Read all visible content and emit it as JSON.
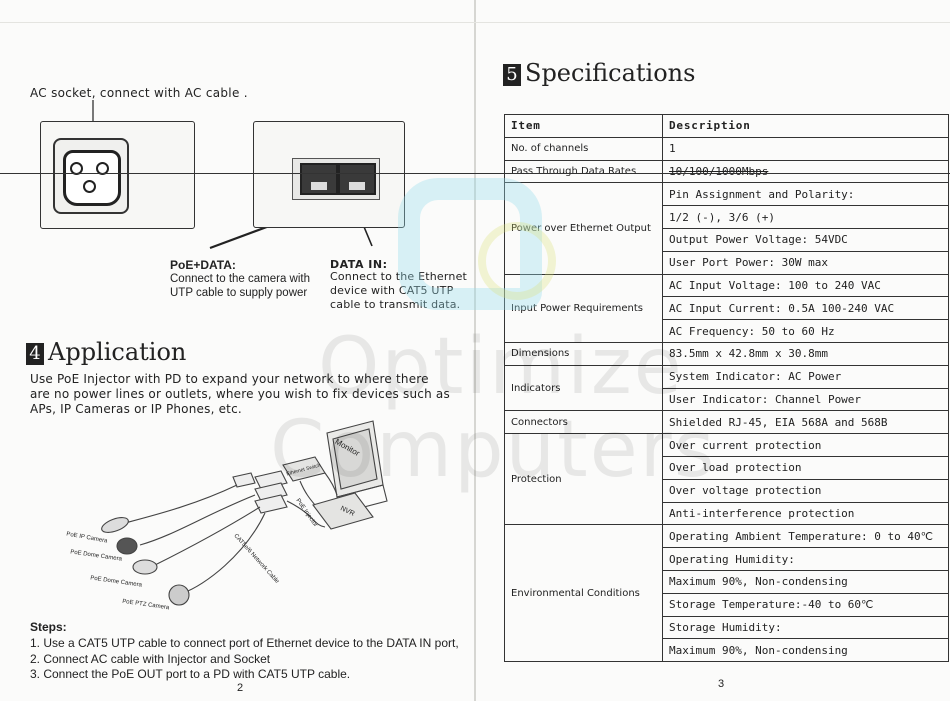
{
  "left_page": {
    "ac_caption": "AC socket, connect with AC cable .",
    "poe_label": "PoE+DATA:",
    "poe_desc": "Connect to the camera with UTP cable to supply power",
    "data_in_label": "DATA IN:",
    "data_in_desc": "Connect to the Ethernet device with CAT5 UTP cable to transmit data.",
    "section_num": "4",
    "section_title": "Application",
    "description": "Use PoE Injector with PD to expand your network to where there are no power lines or outlets, where you wish to fix devices such as APs, IP Cameras or IP Phones, etc.",
    "diagram_labels": {
      "monitor": "Monitor",
      "switch": "Ethernet Switch",
      "injector": "PoE Injector",
      "nvr": "NVR",
      "cable": "CAT5e/6 Network Cable",
      "ip_camera": "PoE IP Camera",
      "dome1": "PoE Dome Camera",
      "dome2": "PoE Dome Camera",
      "ptz": "PoE PTZ Camera"
    },
    "steps_title": "Steps:",
    "steps": [
      "1. Use a CAT5 UTP cable to connect port of Ethernet device to the DATA IN port,",
      "2.  Connect AC cable with Injector and Socket",
      "3. Connect the PoE OUT port to a PD with CAT5 UTP cable."
    ],
    "page_number": "2"
  },
  "right_page": {
    "section_num": "5",
    "section_title": "Specifications",
    "table_headers": [
      "Item",
      "Description"
    ],
    "rows": [
      {
        "item": "No. of channels",
        "values": [
          "1"
        ]
      },
      {
        "item": "Pass Through Data Rates",
        "values": [
          "10/100/1000Mbps"
        ]
      },
      {
        "item": "Power over Ethernet Output",
        "values": [
          "Pin Assignment and Polarity:",
          "1/2 (-), 3/6 (+)",
          "Output Power Voltage: 54VDC",
          "User Port Power: 30W max"
        ]
      },
      {
        "item": "Input Power Requirements",
        "values": [
          "AC Input Voltage: 100 to 240 VAC",
          "AC Input Current: 0.5A 100-240 VAC",
          "AC Frequency: 50 to 60 Hz"
        ]
      },
      {
        "item": "Dimensions",
        "values": [
          "83.5mm x 42.8mm x 30.8mm"
        ]
      },
      {
        "item": "Indicators",
        "values": [
          "System Indicator: AC Power",
          "User Indicator: Channel Power"
        ]
      },
      {
        "item": "Connectors",
        "values": [
          "Shielded RJ-45, EIA 568A and 568B"
        ]
      },
      {
        "item": "Protection",
        "values": [
          "Over current protection",
          "Over load protection",
          "Over voltage protection",
          "Anti-interference protection"
        ]
      },
      {
        "item": "Environmental Conditions",
        "values": [
          "Operating Ambient Temperature: 0 to 40℃",
          "Operating Humidity:",
          "Maximum 90%, Non-condensing",
          "Storage Temperature:-40 to 60℃",
          "Storage Humidity:",
          "Maximum 90%, Non-condensing"
        ]
      }
    ],
    "page_number": "3"
  },
  "watermark": {
    "line1": "Optimize",
    "line2": "Computers"
  }
}
